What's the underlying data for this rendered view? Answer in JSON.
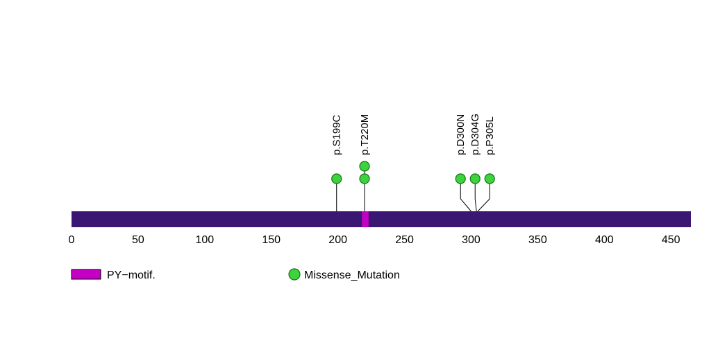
{
  "chart_data": {
    "type": "lollipop",
    "description": "Protein lollipop mutation plot",
    "protein": {
      "start": 0,
      "end": 465
    },
    "xticks": [
      0,
      50,
      100,
      150,
      200,
      250,
      300,
      350,
      400,
      450
    ],
    "domains": [
      {
        "name": "PY-motif.",
        "start": 218,
        "end": 223
      }
    ],
    "mutations": [
      {
        "label": "p.S199C",
        "pos": 199,
        "count": 1,
        "class": "Missense_Mutation"
      },
      {
        "label": "p.T220M",
        "pos": 220,
        "count": 2,
        "class": "Missense_Mutation"
      },
      {
        "label": "p.D300N",
        "pos": 300,
        "count": 1,
        "class": "Missense_Mutation"
      },
      {
        "label": "p.D304G",
        "pos": 304,
        "count": 1,
        "class": "Missense_Mutation"
      },
      {
        "label": "p.P305L",
        "pos": 305,
        "count": 1,
        "class": "Missense_Mutation"
      }
    ],
    "legend": [
      {
        "label": "PY−motif.",
        "swatch": "rect"
      },
      {
        "label": "Missense_Mutation",
        "swatch": "circle"
      }
    ],
    "colors": {
      "backbone": "#3A1772",
      "domain": "#C400C4",
      "missense_fill": "#3DD33D",
      "missense_stroke": "#177017",
      "stem": "#000000",
      "text": "#000000",
      "background": "#FFFFFF"
    }
  }
}
